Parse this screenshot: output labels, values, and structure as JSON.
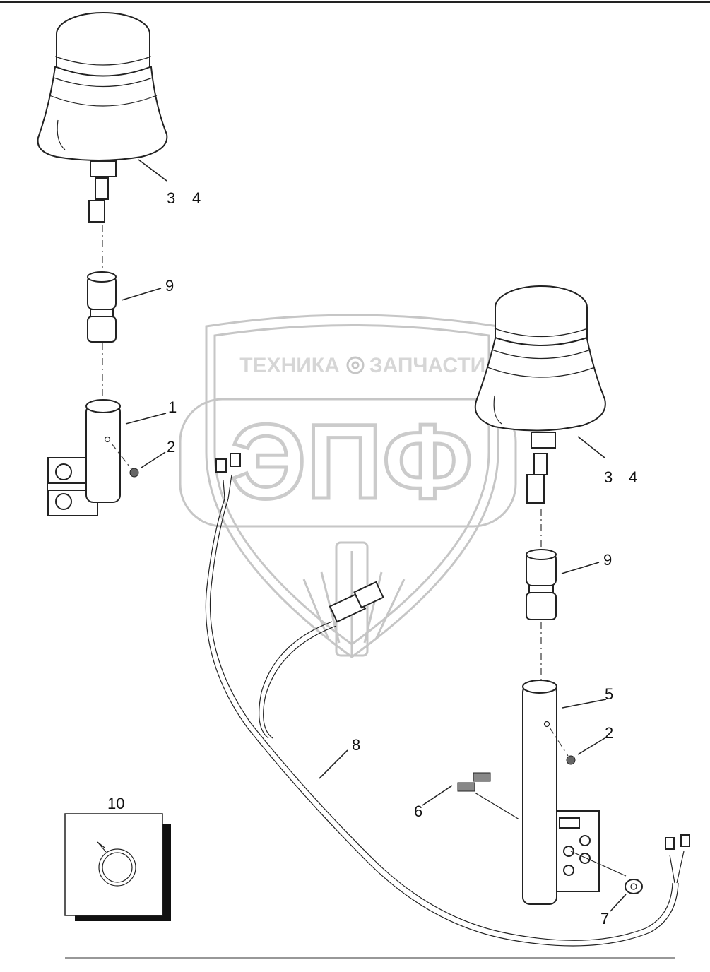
{
  "watermark": {
    "brand_left": "ТЕХНИКА",
    "brand_right": "ЗАПЧАСТИ",
    "logo_letters": "ЭПФ"
  },
  "callouts": {
    "c1": "1",
    "c2a": "2",
    "c2b": "2",
    "c3a": "3",
    "c4a": "4",
    "c3b": "3",
    "c4b": "4",
    "c5": "5",
    "c6": "6",
    "c7": "7",
    "c8": "8",
    "c9a": "9",
    "c9b": "9",
    "c10": "10"
  }
}
